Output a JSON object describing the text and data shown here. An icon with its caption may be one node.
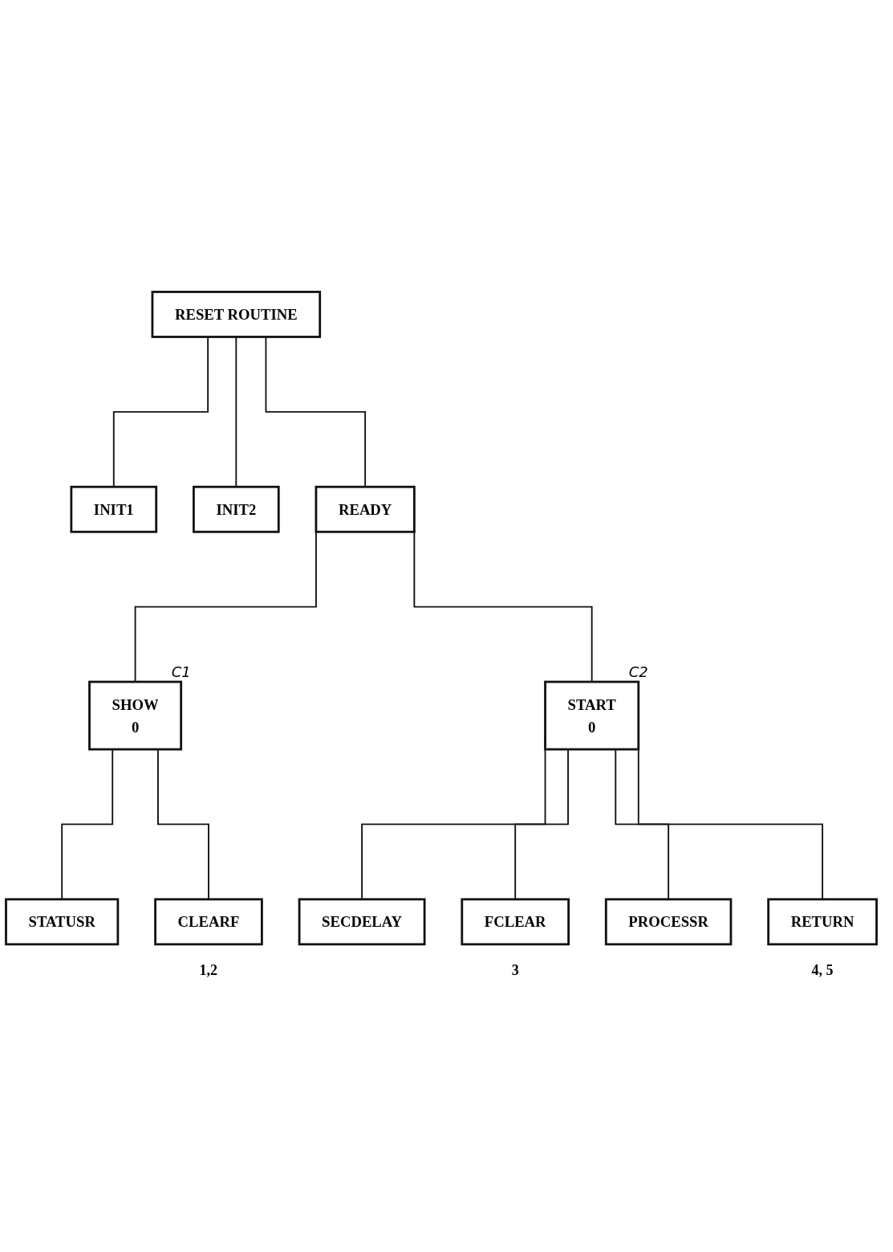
{
  "diagram": {
    "nodes": [
      {
        "text": [
          "RESET ROUTINE"
        ]
      },
      {
        "text": [
          "INIT1"
        ]
      },
      {
        "text": [
          "INIT2"
        ]
      },
      {
        "text": [
          "READY"
        ]
      },
      {
        "text": [
          "SHOW",
          "0"
        ],
        "beside": [
          "C1"
        ]
      },
      {
        "text": [
          "START",
          "0"
        ],
        "beside": [
          "C2"
        ]
      },
      {
        "text": [
          "STATUSR"
        ]
      },
      {
        "text": [
          "CLEARF"
        ],
        "beside": [
          "1,2"
        ]
      },
      {
        "text": [
          "SECDELAY"
        ]
      },
      {
        "text": [
          "FCLEAR"
        ],
        "beside": [
          "3"
        ]
      },
      {
        "text": [
          "PROCESSR"
        ]
      },
      {
        "text": [
          "RETURN"
        ],
        "beside": [
          "4, 5"
        ]
      }
    ],
    "edges": [
      {
        "from": 0,
        "to": 1,
        "arrow": "none"
      },
      {
        "from": 0,
        "to": 2,
        "arrow": "none"
      },
      {
        "from": 0,
        "to": 3,
        "arrow": "none"
      },
      {
        "from": 3,
        "to": 4,
        "arrow": "none"
      },
      {
        "from": 3,
        "to": 5,
        "arrow": "none"
      },
      {
        "from": 4,
        "to": 6,
        "arrow": "none"
      },
      {
        "from": 4,
        "to": 7,
        "arrow": "none"
      },
      {
        "from": 5,
        "to": 8,
        "arrow": "none"
      },
      {
        "from": 5,
        "to": 9,
        "arrow": "none"
      },
      {
        "from": 5,
        "to": 10,
        "arrow": "none"
      },
      {
        "from": 5,
        "to": 11,
        "arrow": "none"
      }
    ]
  }
}
